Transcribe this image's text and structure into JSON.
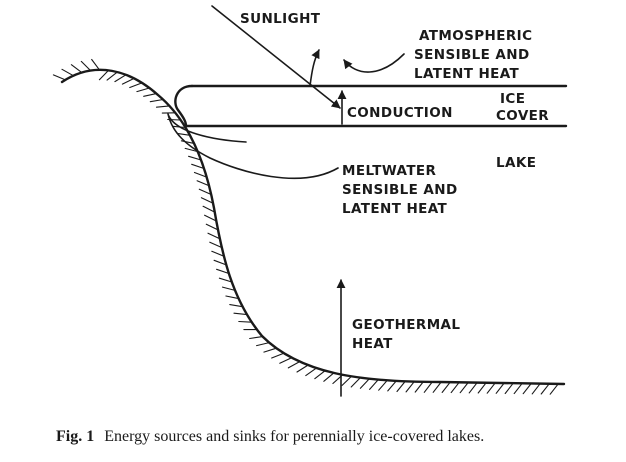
{
  "labels": {
    "sunlight": "SUNLIGHT",
    "atmospheric_1": "ATMOSPHERIC",
    "atmospheric_2": "SENSIBLE AND",
    "atmospheric_3": "LATENT HEAT",
    "conduction": "CONDUCTION",
    "ice_cover_1": "ICE",
    "ice_cover_2": "COVER",
    "lake": "LAKE",
    "meltwater_1": "MELTWATER",
    "meltwater_2": "SENSIBLE AND",
    "meltwater_3": "LATENT HEAT",
    "geothermal_1": "GEOTHERMAL",
    "geothermal_2": "HEAT"
  },
  "caption": {
    "number": "Fig. 1",
    "text": "Energy sources and sinks for perennially ice-covered lakes."
  }
}
